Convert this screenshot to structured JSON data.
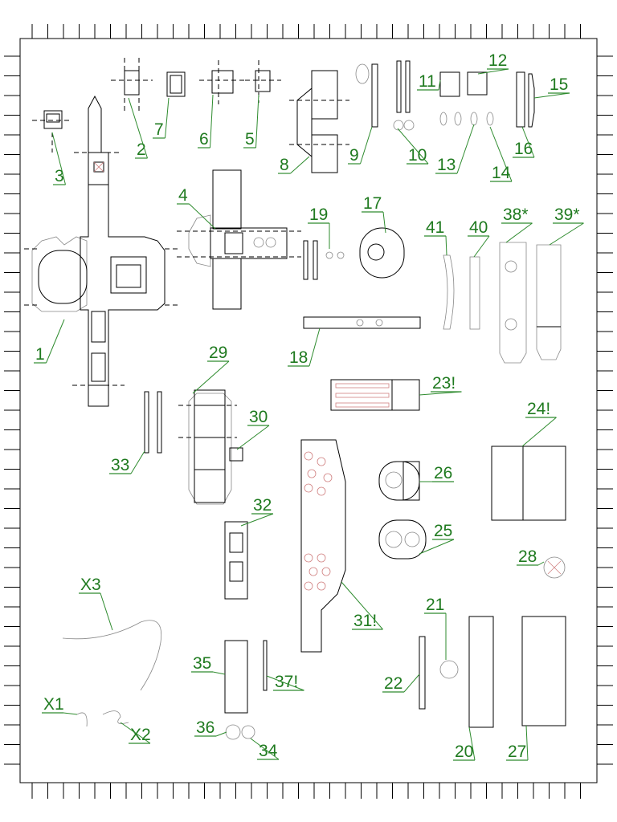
{
  "sheet": {
    "part_labels": {
      "p1": "1",
      "p2": "2",
      "p3": "3",
      "p4": "4",
      "p5": "5",
      "p6": "6",
      "p7": "7",
      "p8": "8",
      "p9": "9",
      "p10": "10",
      "p11": "11",
      "p12": "12",
      "p13": "13",
      "p14": "14",
      "p15": "15",
      "p16": "16",
      "p17": "17",
      "p18": "18",
      "p19": "19",
      "p20": "20",
      "p21": "21",
      "p22": "22",
      "p23": "23!",
      "p24": "24!",
      "p25": "25",
      "p26": "26",
      "p27": "27",
      "p28": "28",
      "p29": "29",
      "p30": "30",
      "p31": "31!",
      "p32": "32",
      "p33": "33",
      "p34": "34",
      "p35": "35",
      "p36": "36",
      "p37": "37!",
      "p38": "38*",
      "p39": "39*",
      "p40": "40",
      "p41": "41",
      "x1": "X1",
      "x2": "X2",
      "x3": "X3"
    },
    "colors": {
      "label": "#1f7a1f",
      "line": "#000000",
      "highlight": "#d08080",
      "background": "#ffffff"
    }
  }
}
